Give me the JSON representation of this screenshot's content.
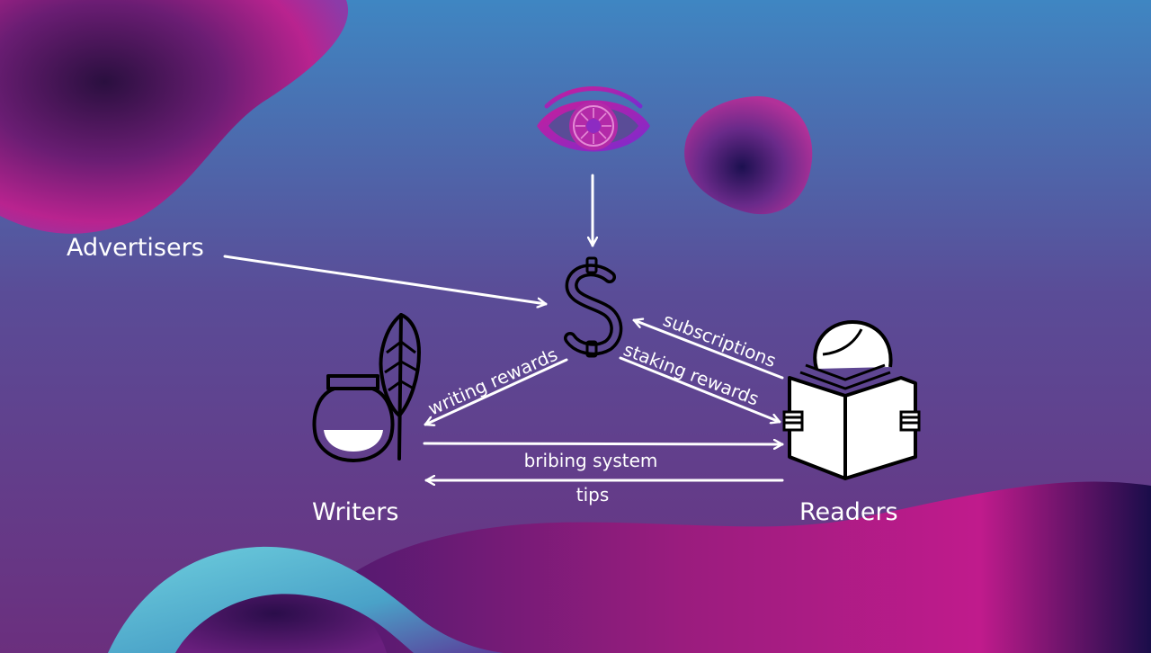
{
  "diagram": {
    "nodes": {
      "advertisers": "Advertisers",
      "writers": "Writers",
      "readers": "Readers"
    },
    "edges": {
      "writing_rewards": "writing rewards",
      "subscriptions": "subscriptions",
      "staking_rewards": "staking rewards",
      "bribing_system": "bribing system",
      "tips": "tips"
    },
    "icons": {
      "eye": "eye-icon",
      "dollar": "dollar-icon",
      "writer": "ink-pot-quill-icon",
      "reader": "reader-with-book-icon"
    }
  },
  "colors": {
    "background_top": "#3f86c2",
    "background_bottom": "#6b2f7e",
    "accent_magenta": "#d21e9a",
    "accent_cyan": "#5cc4d6",
    "deep_purple": "#2a0f4f",
    "foreground": "#ffffff"
  }
}
